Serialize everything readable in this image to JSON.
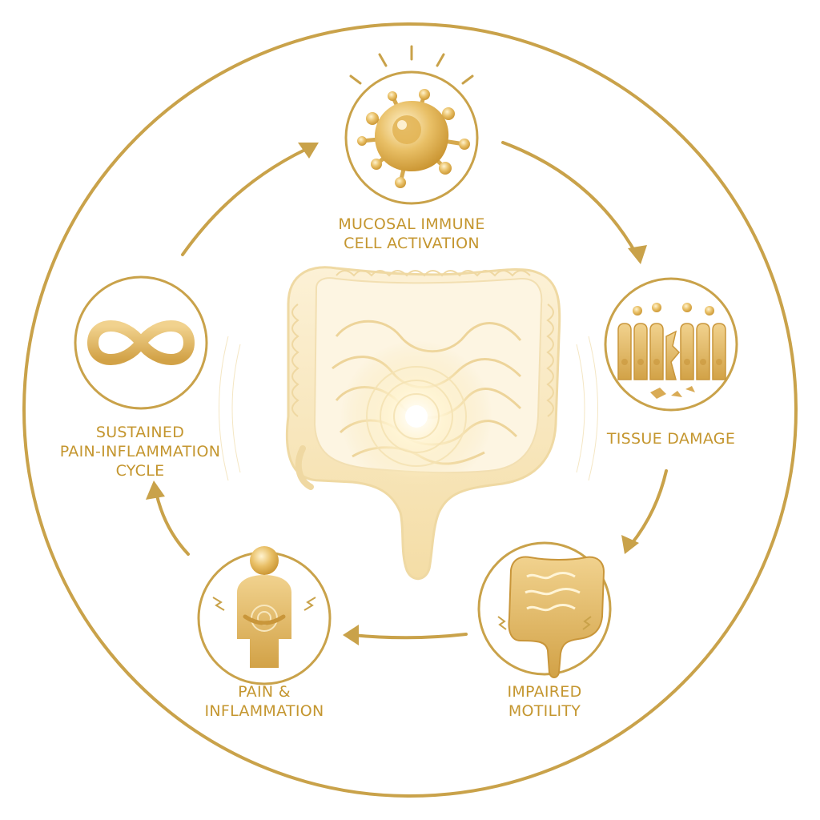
{
  "colors": {
    "gold": "#C9A24A",
    "gold_dark": "#B98A2E",
    "gold_light": "#F3E2B6",
    "cream": "#FBF1D8",
    "text": "#C4962F"
  },
  "nodes": [
    {
      "id": "mucosal",
      "icon": "immune-cell-icon",
      "lines": [
        "MUCOSAL IMMUNE",
        "CELL ACTIVATION"
      ]
    },
    {
      "id": "tissue",
      "icon": "damaged-tissue-icon",
      "lines": [
        "TISSUE DAMAGE"
      ]
    },
    {
      "id": "motility",
      "icon": "intestine-icon",
      "lines": [
        "IMPAIRED",
        "MOTILITY"
      ]
    },
    {
      "id": "pain",
      "icon": "person-abdominal-pain-icon",
      "lines": [
        "PAIN &",
        "INFLAMMATION"
      ]
    },
    {
      "id": "sustained",
      "icon": "infinity-icon",
      "lines": [
        "SUSTAINED",
        "PAIN-INFLAMMATION",
        "CYCLE"
      ]
    }
  ],
  "center_icon": "digestive-tract-icon"
}
